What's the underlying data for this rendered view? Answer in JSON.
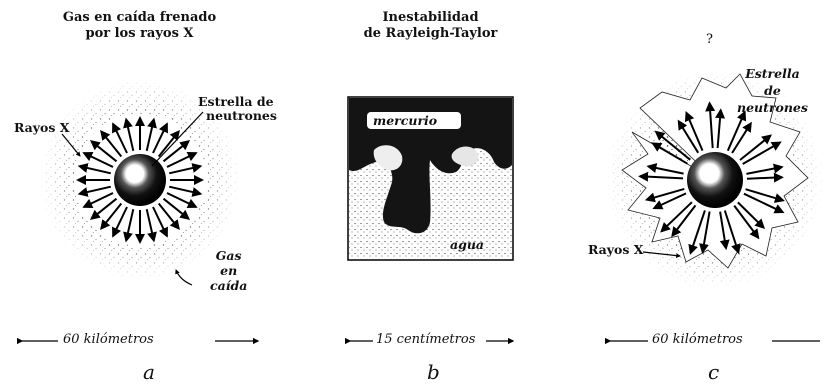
{
  "panels": [
    {
      "id": "a",
      "title_line1": "Gas en caída frenado",
      "title_line2": "por los rayos X",
      "label_star_1": "Estrella de",
      "label_star_2": "neutrones",
      "label_rays": "Rayos X",
      "label_gas_1": "Gas",
      "label_gas_2": "en",
      "label_gas_3": "caída",
      "scale": "60 kilómetros",
      "letter": "a"
    },
    {
      "id": "b",
      "title_line1": "Inestabilidad",
      "title_line2": "de Rayleigh-Taylor",
      "label_top": "mercurio",
      "label_bottom": "agua",
      "scale": "15 centímetros",
      "letter": "b"
    },
    {
      "id": "c",
      "title": "?",
      "label_star_1": "Estrella",
      "label_star_2": "de",
      "label_star_3": "neutrones",
      "label_rays": "Rayos X",
      "scale": "60 kilómetros",
      "letter": "c"
    }
  ]
}
